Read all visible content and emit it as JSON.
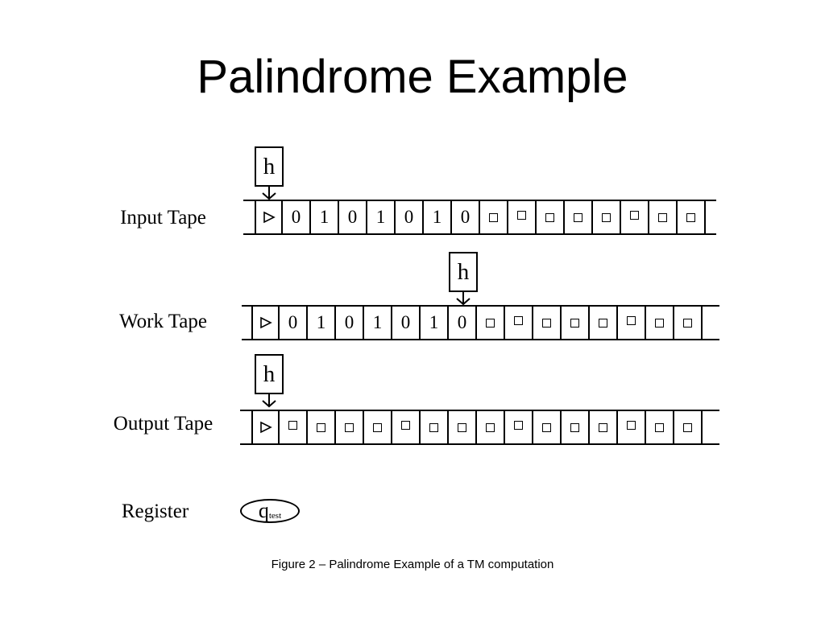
{
  "title": "Palindrome Example",
  "tapes": [
    {
      "label": "Input Tape",
      "head_label": "h",
      "head_index": 0,
      "cells": [
        "start",
        "0",
        "1",
        "0",
        "1",
        "0",
        "1",
        "0",
        "blank",
        "blank",
        "blank",
        "blank",
        "blank",
        "blank",
        "blank",
        "blank"
      ]
    },
    {
      "label": "Work Tape",
      "head_label": "h",
      "head_index": 7,
      "cells": [
        "start",
        "0",
        "1",
        "0",
        "1",
        "0",
        "1",
        "0",
        "blank",
        "blank",
        "blank",
        "blank",
        "blank",
        "blank",
        "blank",
        "blank"
      ]
    },
    {
      "label": "Output Tape",
      "head_label": "h",
      "head_index": 0,
      "cells": [
        "start",
        "blank",
        "blank",
        "blank",
        "blank",
        "blank",
        "blank",
        "blank",
        "blank",
        "blank",
        "blank",
        "blank",
        "blank",
        "blank",
        "blank",
        "blank"
      ]
    }
  ],
  "register": {
    "label": "Register",
    "state": "q",
    "state_subscript": "test"
  },
  "caption": "Figure 2 – Palindrome Example of a TM computation"
}
